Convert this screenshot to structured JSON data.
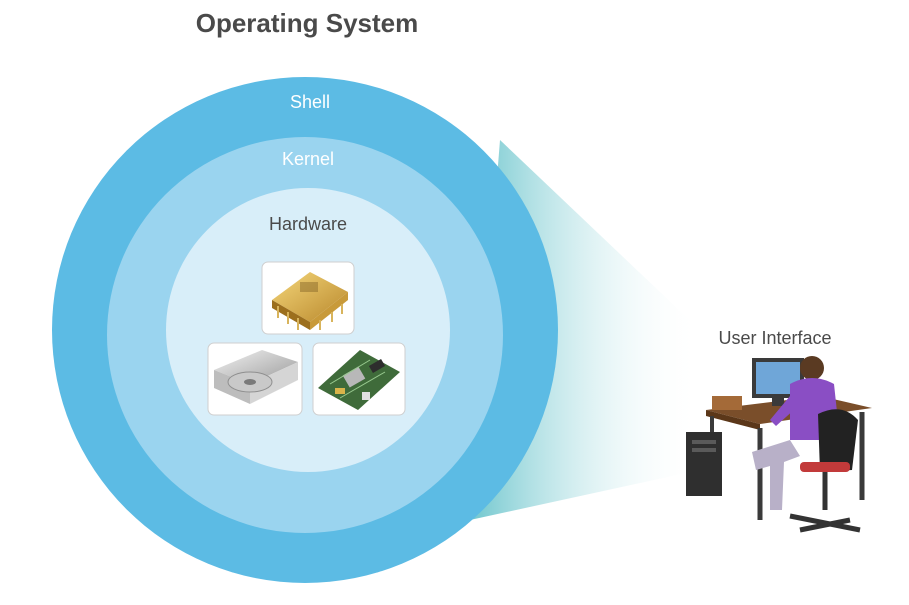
{
  "title": "Operating System",
  "layers": {
    "outer": "Shell",
    "middle": "Kernel",
    "inner": "Hardware"
  },
  "user_interface_label": "User Interface",
  "hardware_items": [
    "cpu-chip",
    "optical-drive",
    "motherboard"
  ],
  "colors": {
    "shell": "#5cbbe4",
    "kernel": "#9ad4ef",
    "hardware": "#d8eef9",
    "title": "#4a4a4a",
    "beam": "#9bd8d3",
    "shirt": "#8a4ec4"
  }
}
